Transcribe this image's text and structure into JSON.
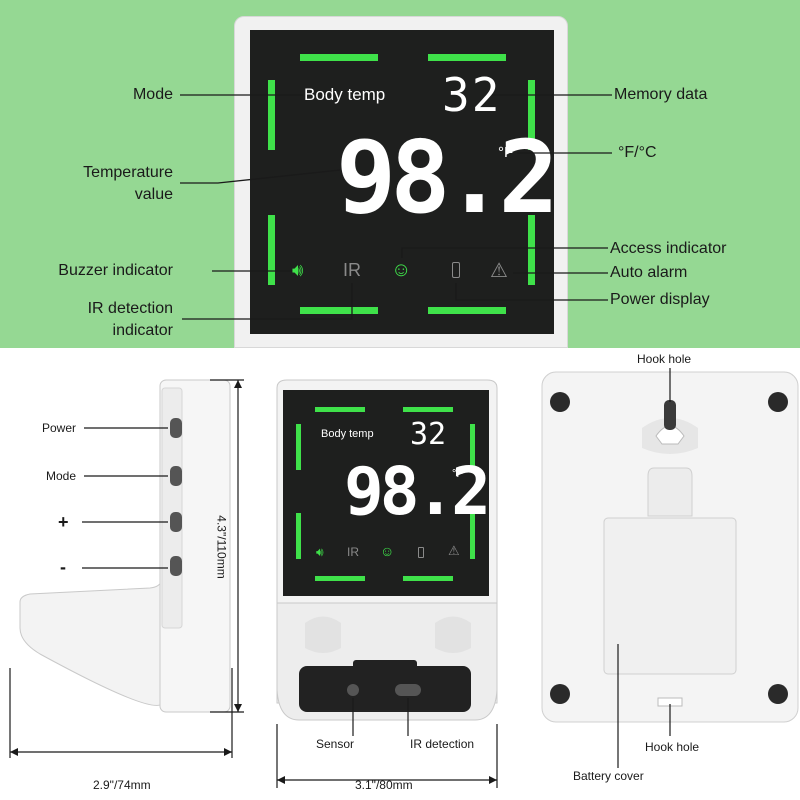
{
  "colors": {
    "top_background": "#95d893",
    "screen": "#1e1f1e",
    "accent_green": "#3fe14a",
    "device_body": "#f1f1f1"
  },
  "top_display": {
    "mode_text": "Body temp",
    "memory_value": "32",
    "temperature_value": "98.2",
    "unit": "°F",
    "ir_text": "IR"
  },
  "top_labels": {
    "mode": "Mode",
    "temperature_value_line1": "Temperature",
    "temperature_value_line2": "value",
    "buzzer_indicator": "Buzzer indicator",
    "ir_detection_line1": "IR detection",
    "ir_detection_line2": "indicator",
    "memory_data": "Memory data",
    "unit_toggle": "°F/°C",
    "access_indicator": "Access indicator",
    "auto_alarm": "Auto alarm",
    "power_display": "Power display"
  },
  "side_view": {
    "power": "Power",
    "mode": "Mode",
    "plus": "+",
    "minus": "-",
    "height": "4.3\"/110mm",
    "depth": "2.9\"/74mm"
  },
  "front_view": {
    "mode_text": "Body temp",
    "memory_value": "32",
    "temperature_value": "98.2",
    "unit": "°F",
    "ir_text": "IR",
    "sensor": "Sensor",
    "ir_detection": "IR detection",
    "width": "3.1\"/80mm"
  },
  "back_view": {
    "hook_hole_top": "Hook hole",
    "hook_hole_bottom": "Hook hole",
    "battery_cover": "Battery cover"
  }
}
